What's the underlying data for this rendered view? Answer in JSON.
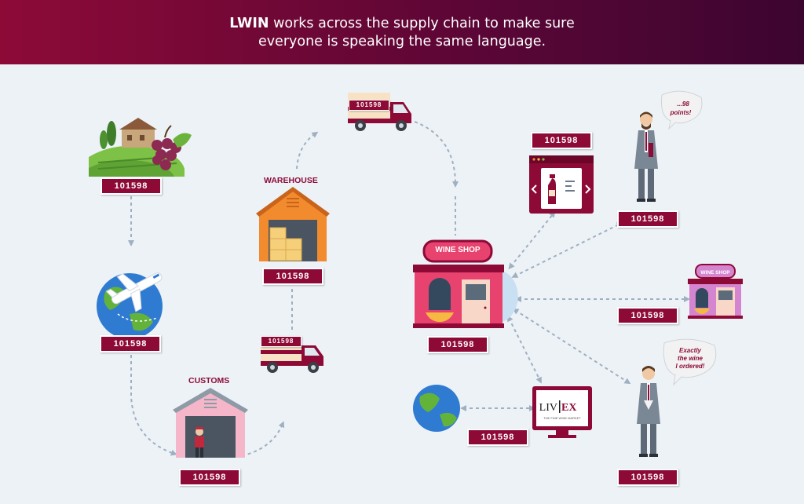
{
  "header": {
    "brand": "LWIN",
    "line1_rest": " works across the supply chain to make sure",
    "line2": "everyone is speaking the same language."
  },
  "code": "101598",
  "labels": {
    "warehouse": "WAREHOUSE",
    "customs": "CUSTOMS",
    "wine_shop": "WINE SHOP",
    "small_wine_shop": "WINE SHOP"
  },
  "speech": {
    "critic_line1": "...98",
    "critic_line2": "points!",
    "customer_line1": "Exactly",
    "customer_line2": "the wine",
    "customer_line3": "I ordered!"
  },
  "livex": {
    "brand_left": "LIV",
    "brand_right": "EX",
    "tagline": "THE FINE WINE MARKET"
  },
  "colors": {
    "brand": "#8d0a37",
    "arrow": "#9fb0c0",
    "background": "#edf2f7",
    "orange": "#f28a2e",
    "pink": "#e8426f"
  },
  "icons": [
    "vineyard-icon",
    "airplane-globe-icon",
    "customs-building-icon",
    "delivery-truck-icon",
    "warehouse-icon",
    "wine-shop-icon",
    "website-icon",
    "wine-critic-icon",
    "small-wine-shop-icon",
    "livex-monitor-icon",
    "globe-icon",
    "customer-icon"
  ]
}
